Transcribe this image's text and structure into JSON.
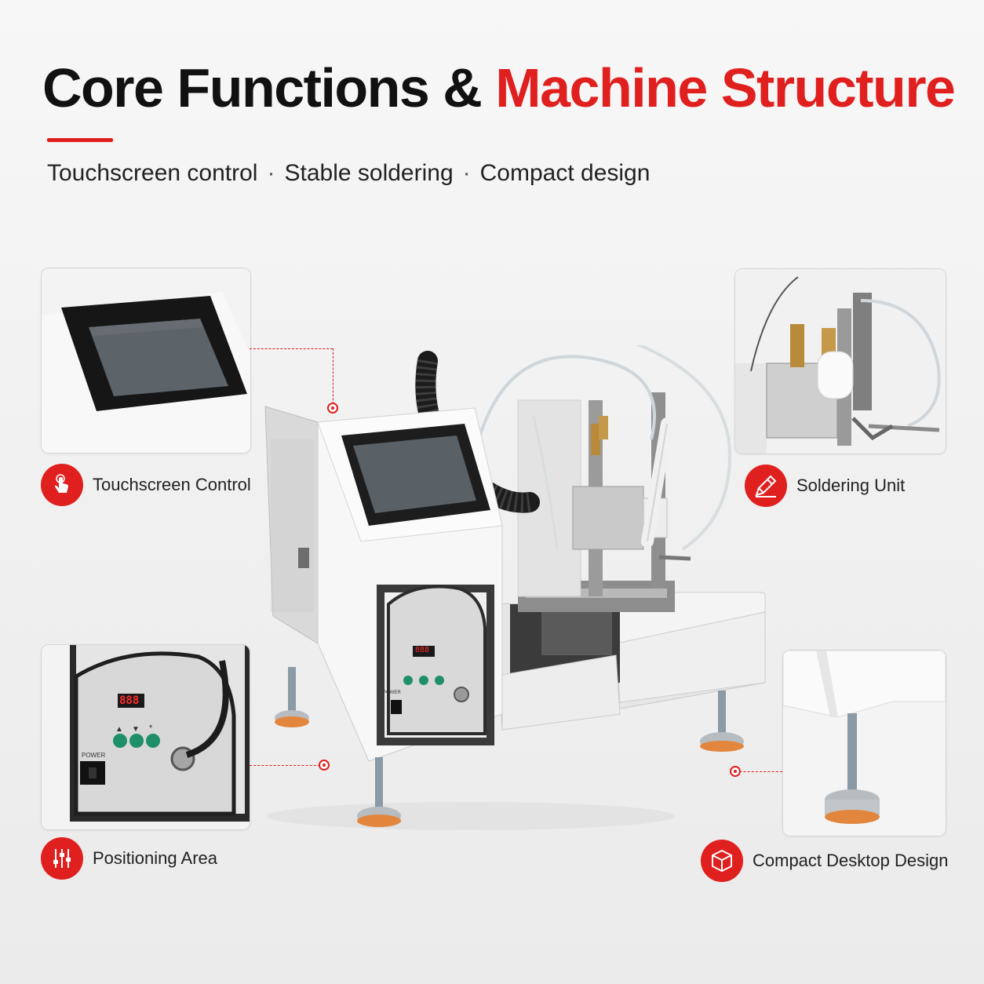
{
  "header": {
    "title_part1": "Core Functions & ",
    "title_part2": "Machine Structure",
    "subtitle_items": [
      "Touchscreen control",
      "Stable soldering",
      "Compact design"
    ],
    "subtitle_separator": "·"
  },
  "features": [
    {
      "label": "Touchscreen Control",
      "icon": "touch-hand-icon"
    },
    {
      "label": "Soldering Unit",
      "icon": "soldering-pen-icon"
    },
    {
      "label": "Positioning Area",
      "icon": "sliders-icon"
    },
    {
      "label": "Compact Desktop Design",
      "icon": "cube-icon"
    }
  ],
  "machine": {
    "temp_display": "888",
    "power_label": "POWER",
    "button_glyphs": [
      "▲",
      "▼",
      "*"
    ]
  },
  "colors": {
    "accent": "#e01f1f",
    "text": "#111111",
    "button_teal": "#1f8f6a",
    "display_red": "#ff2a2a"
  }
}
